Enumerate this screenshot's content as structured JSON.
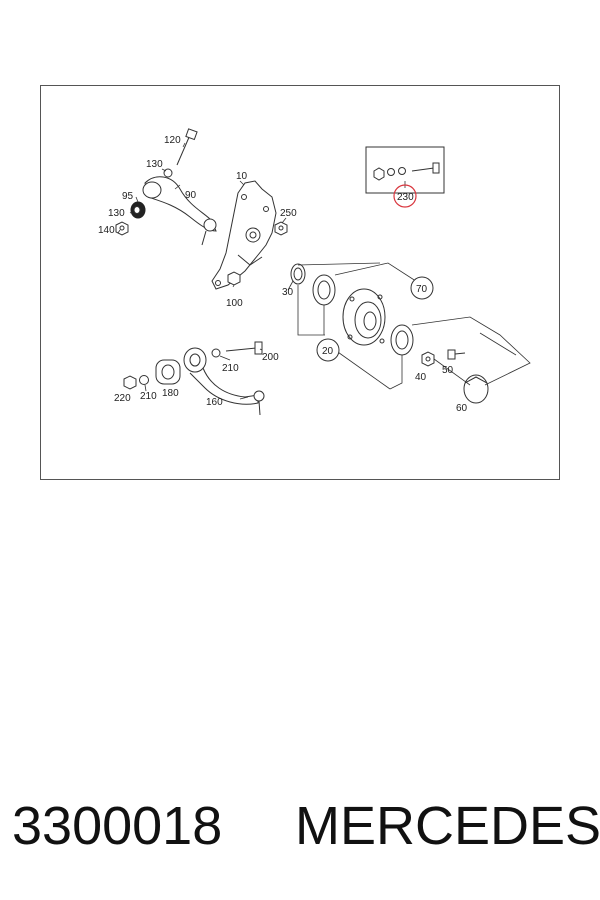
{
  "diagram": {
    "callouts": {
      "c10": "10",
      "c20": "20",
      "c30": "30",
      "c40": "40",
      "c50": "50",
      "c60": "60",
      "c70": "70",
      "c90": "90",
      "c95": "95",
      "c100": "100",
      "c120": "120",
      "c130a": "130",
      "c130b": "130",
      "c140": "140",
      "c160": "160",
      "c180": "180",
      "c200": "200",
      "c210a": "210",
      "c210b": "210",
      "c220": "220",
      "c230": "230",
      "c250": "250"
    },
    "highlight_color": "#d9363e"
  },
  "caption": {
    "part_number": "3300018",
    "brand": "MERCEDES"
  }
}
